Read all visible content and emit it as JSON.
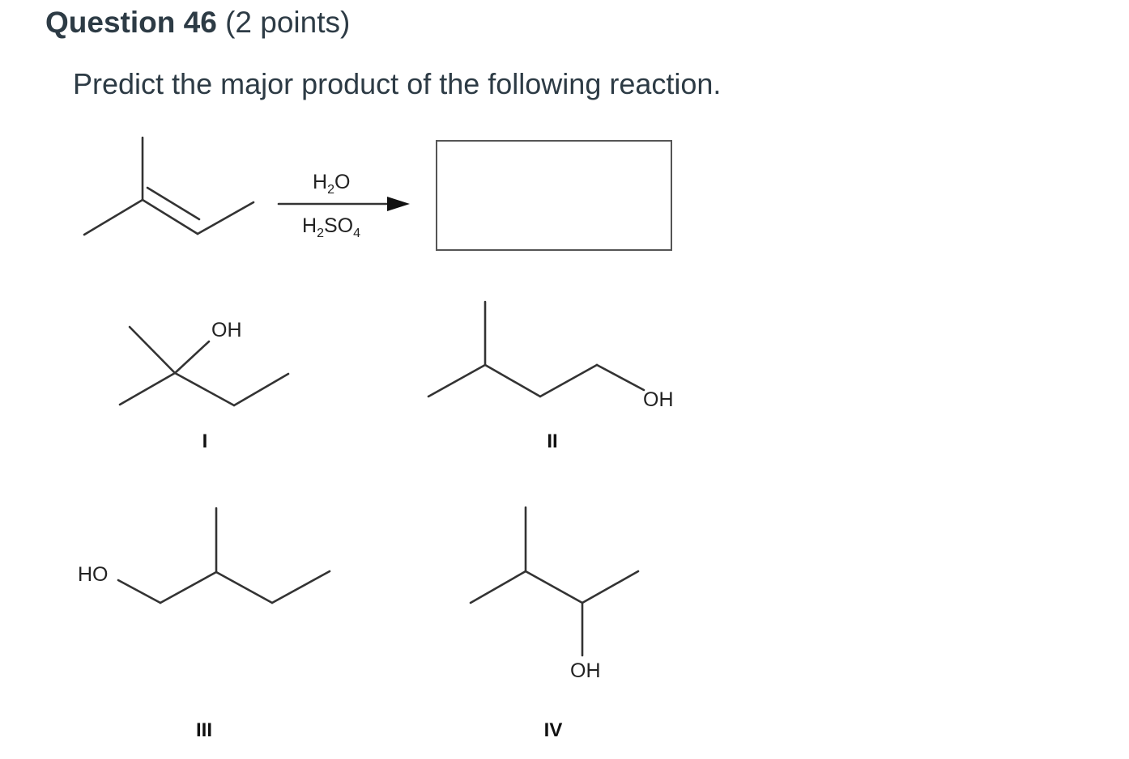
{
  "question": {
    "title": "Question 46",
    "points": "(2 points)",
    "prompt": "Predict the major product of the following reaction."
  },
  "reaction": {
    "reagent_top_main": "H",
    "reagent_top_sub": "2",
    "reagent_top_tail": "O",
    "reagent_bottom_main": "H",
    "reagent_bottom_sub1": "2",
    "reagent_bottom_mid": "SO",
    "reagent_bottom_sub2": "4"
  },
  "options": {
    "I": {
      "label": "I",
      "group": "OH"
    },
    "II": {
      "label": "II",
      "group": "OH"
    },
    "III": {
      "label": "III",
      "group": "HO"
    },
    "IV": {
      "label": "IV",
      "group": "OH"
    }
  }
}
